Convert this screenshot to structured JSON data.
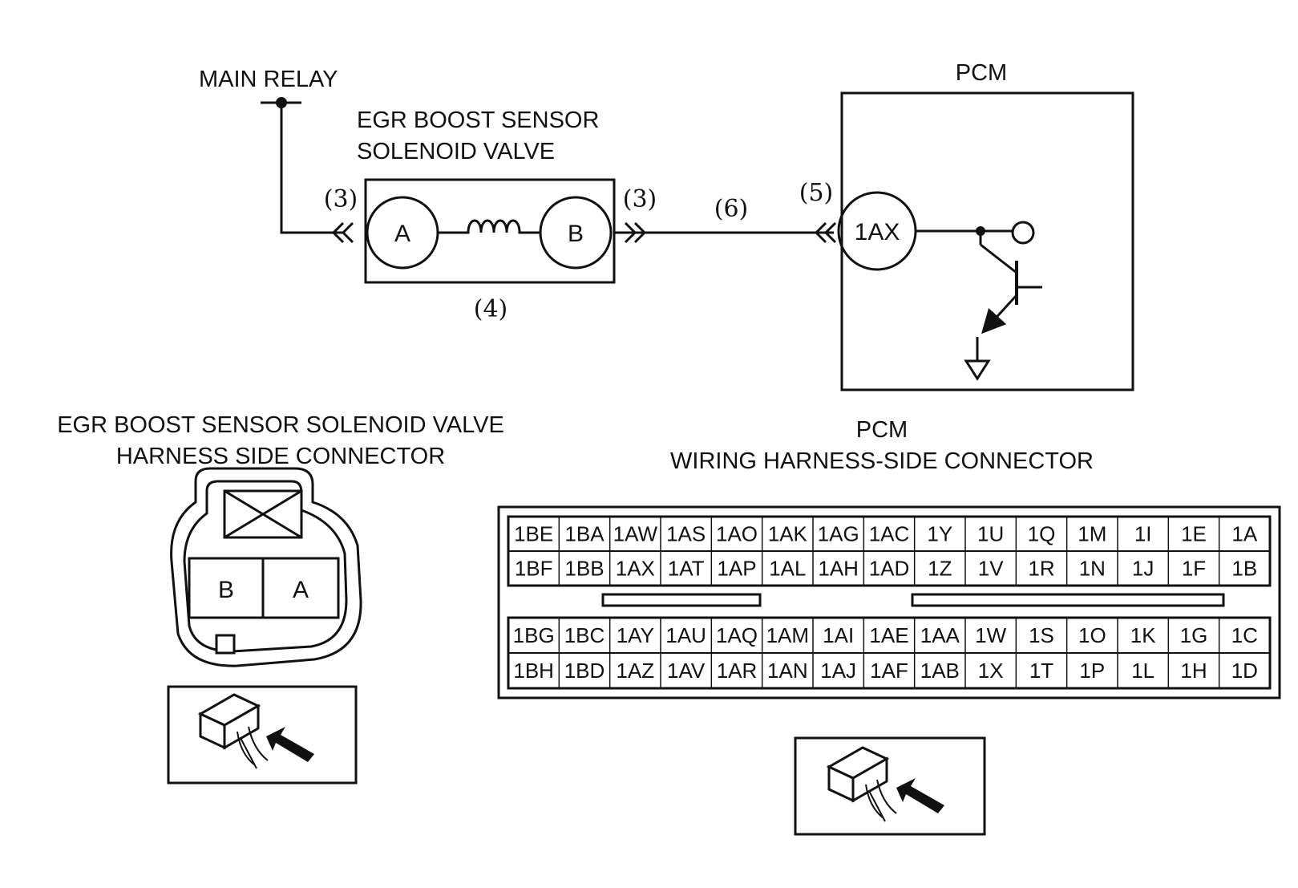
{
  "colors": {
    "ink": "#111111",
    "paper": "#ffffff"
  },
  "labels": {
    "main_relay": "MAIN RELAY",
    "egr_title_line1": "EGR BOOST SENSOR",
    "egr_title_line2": "SOLENOID VALVE",
    "pcm": "PCM",
    "egr_connector_title_line1": "EGR BOOST SENSOR SOLENOID VALVE",
    "egr_connector_title_line2": "HARNESS SIDE CONNECTOR",
    "pcm_connector_title_line1": "PCM",
    "pcm_connector_title_line2": "WIRING HARNESS-SIDE CONNECTOR"
  },
  "terminals": {
    "valve_a": "A",
    "valve_b": "B",
    "pcm_1ax": "1AX"
  },
  "callouts": {
    "left_connector": "(3)",
    "right_connector": "(3)",
    "coil": "(4)",
    "pcm_connector": "(5)",
    "wire": "(6)"
  },
  "egr_connector_pins": {
    "left": "B",
    "right": "A"
  },
  "pcm_connector_pins": {
    "upper_row1": [
      "1BE",
      "1BA",
      "1AW",
      "1AS",
      "1AO",
      "1AK",
      "1AG",
      "1AC",
      "1Y",
      "1U",
      "1Q",
      "1M",
      "1I",
      "1E",
      "1A"
    ],
    "upper_row2": [
      "1BF",
      "1BB",
      "1AX",
      "1AT",
      "1AP",
      "1AL",
      "1AH",
      "1AD",
      "1Z",
      "1V",
      "1R",
      "1N",
      "1J",
      "1F",
      "1B"
    ],
    "lower_row1": [
      "1BG",
      "1BC",
      "1AY",
      "1AU",
      "1AQ",
      "1AM",
      "1AI",
      "1AE",
      "1AA",
      "1W",
      "1S",
      "1O",
      "1K",
      "1G",
      "1C"
    ],
    "lower_row2": [
      "1BH",
      "1BD",
      "1AZ",
      "1AV",
      "1AR",
      "1AN",
      "1AJ",
      "1AF",
      "1AB",
      "1X",
      "1T",
      "1P",
      "1L",
      "1H",
      "1D"
    ]
  }
}
